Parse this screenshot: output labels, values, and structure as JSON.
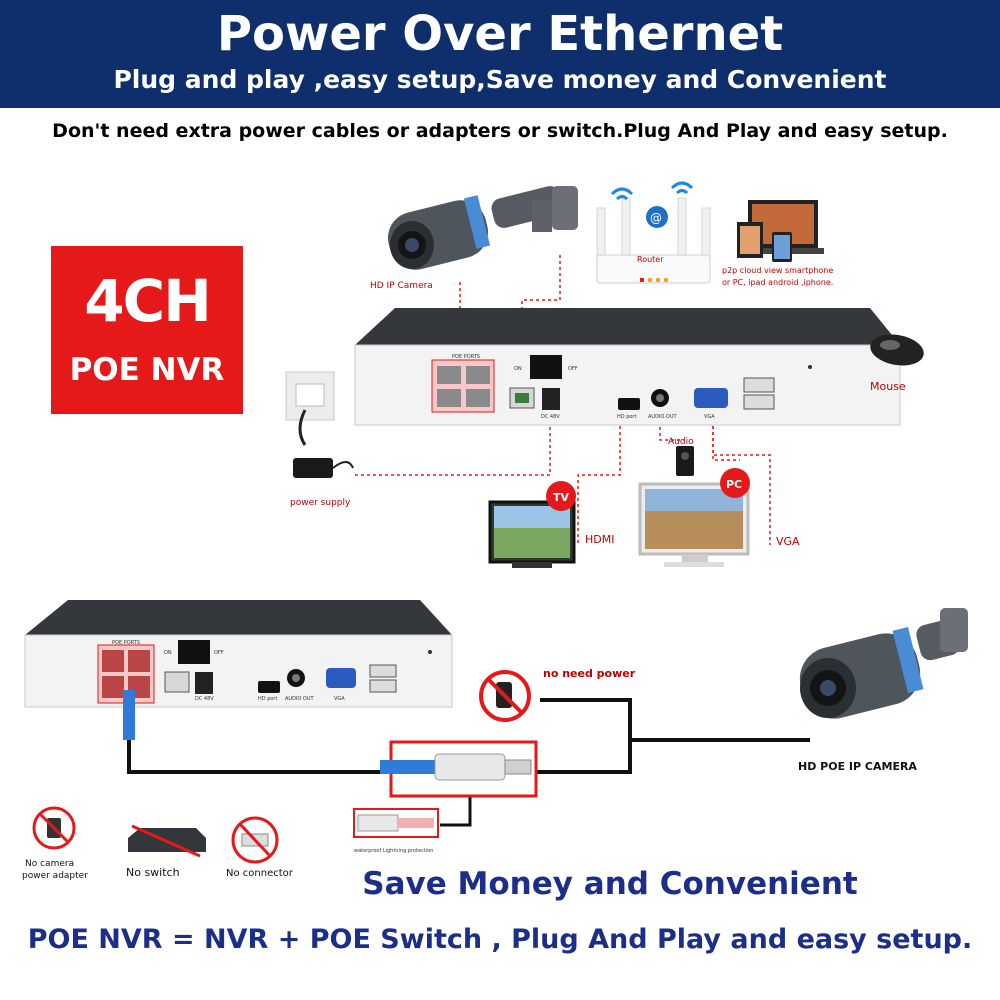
{
  "header": {
    "title": "Power Over Ethernet",
    "subtitle": "Plug and play ,easy setup,Save money and Convenient"
  },
  "info_line": "Don't need extra power cables or adapters or switch.Plug And Play and easy setup.",
  "badge": {
    "line1": "4CH",
    "line2": "POE NVR",
    "color": "#e51919"
  },
  "top_diagram": {
    "camera_label": "HD IP Camera",
    "router_label": "Router",
    "p2p_line1": "p2p cloud  view smartphone",
    "p2p_line2": "or PC, ipad android ,iphone.",
    "mouse_label": "Mouse",
    "power_supply_label": "power supply",
    "audio_label": "Audio",
    "hdmi_label": "HDMI",
    "vga_label": "VGA",
    "tv_badge": "TV",
    "pc_badge": "PC",
    "poe_ports_label": "POE PORTS",
    "on_label": "ON",
    "off_label": "OFF",
    "dc_label": "DC 48V",
    "hd_port_label": "HD port",
    "audio_out_label": "AUDIO OUT",
    "vga_port_label": "VGA"
  },
  "bottom_diagram": {
    "no_need_power": "no need power",
    "camera_label": "HD POE IP CAMERA",
    "waterproof_label": "waterproof Lightning protection",
    "no_adapter_line1": "No camera",
    "no_adapter_line2": "power adapter",
    "no_switch": "No switch",
    "no_connector": "No connector"
  },
  "footer": {
    "save_money": "Save Money and Convenient",
    "formula": "POE NVR = NVR + POE Switch , Plug And Play and easy setup."
  },
  "colors": {
    "banner": "#0e2f6b",
    "accent_red": "#e51919",
    "footer_text": "#1a2e8a"
  }
}
